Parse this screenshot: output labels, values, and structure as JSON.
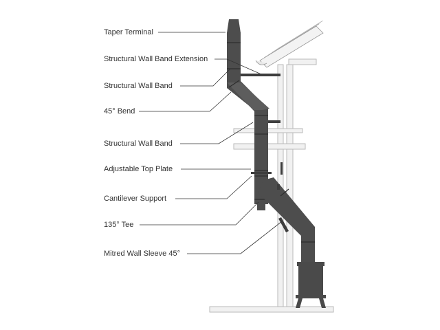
{
  "labels": [
    {
      "id": "taper-terminal",
      "text": "Taper Terminal"
    },
    {
      "id": "structural-wall-band-extension",
      "text": "Structural Wall Band Extension"
    },
    {
      "id": "structural-wall-band-1",
      "text": "Structural Wall Band"
    },
    {
      "id": "bend-45",
      "text": "45° Bend"
    },
    {
      "id": "structural-wall-band-2",
      "text": "Structural Wall Band"
    },
    {
      "id": "adjustable-top-plate",
      "text": "Adjustable Top Plate"
    },
    {
      "id": "cantilever-support",
      "text": "Cantilever Support"
    },
    {
      "id": "tee-135",
      "text": "135° Tee"
    },
    {
      "id": "mitred-wall-sleeve-45",
      "text": "Mitred Wall Sleeve 45°"
    }
  ],
  "colors": {
    "pipe": "#4d4d4d",
    "wall": "#f1f1f1",
    "text": "#333333"
  }
}
